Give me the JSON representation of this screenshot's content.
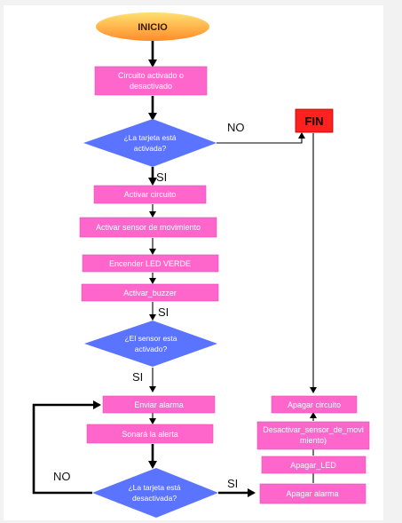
{
  "nodes": {
    "inicio": "INICIO",
    "circuito_1": "Circuito activado o",
    "circuito_2": "desactivado",
    "tarjeta_1": "¿La tarjeta está",
    "tarjeta_2": "activada?",
    "fin": "FIN",
    "activar_circuito": "Activar circuito",
    "activar_sensor": "Activar sensor de movimiento",
    "encender_led": "Encender LED VERDE",
    "activar_buzzer": "Activar_buzzer",
    "sensor_1": "¿El sensor esta",
    "sensor_2": "activado?",
    "enviar_alarma": "Enviar alarma",
    "sonara": "Sonará la alerta",
    "desact_1": "¿La tarjeta está",
    "desact_2": "desactivada?",
    "apagar_circuito": "Apagar circuito",
    "desact_sensor_1": "Desactivar_sensor_de_movi",
    "desact_sensor_2": "miento)",
    "apagar_led": "Apagar_LED",
    "apagar_alarma": "Apagar alarma"
  },
  "labels": {
    "no_top": "NO",
    "si_top": "SI",
    "si_sensor": "SI",
    "si_after_sensor": "SI",
    "no_bottom": "NO",
    "si_bottom": "SI"
  },
  "colors": {
    "process": "#ff66cc",
    "decision": "#5b74ff",
    "terminal_start": "#ffb84d",
    "terminal_end": "#ff2020"
  }
}
